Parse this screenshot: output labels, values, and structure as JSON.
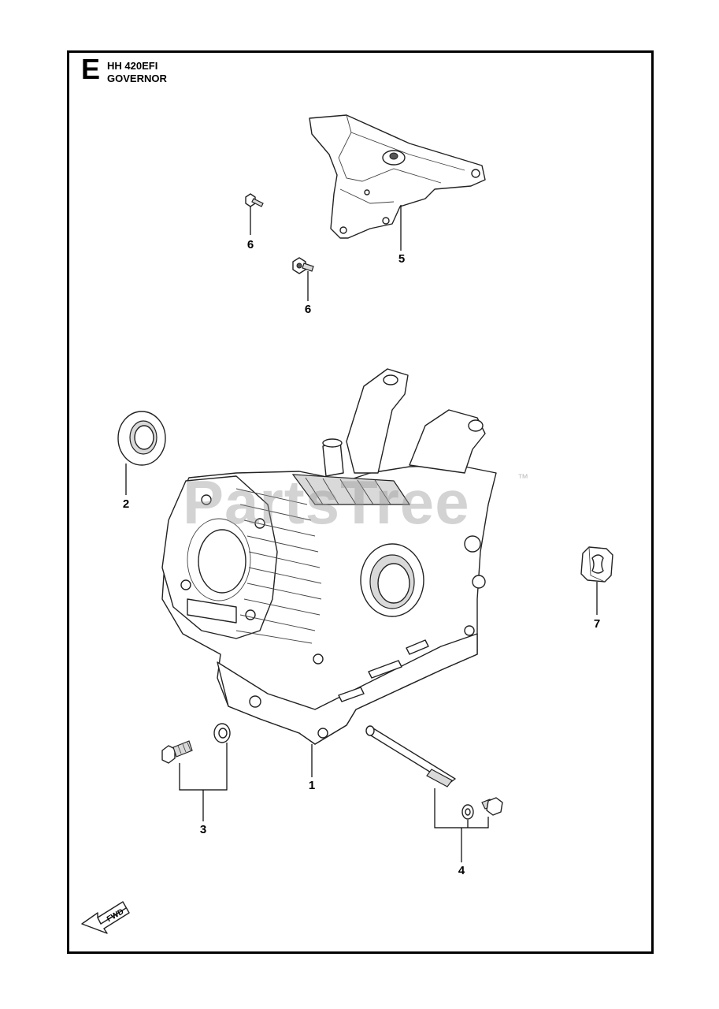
{
  "header": {
    "section_letter": "E",
    "model": "HH 420EFI",
    "assembly": "GOVERNOR"
  },
  "watermark": {
    "text": "PartsTree",
    "trademark": "™"
  },
  "callouts": {
    "c1": "1",
    "c2": "2",
    "c3": "3",
    "c4": "4",
    "c5": "5",
    "c6a": "6",
    "c6b": "6",
    "c7": "7"
  },
  "fwd_indicator": "FWD"
}
